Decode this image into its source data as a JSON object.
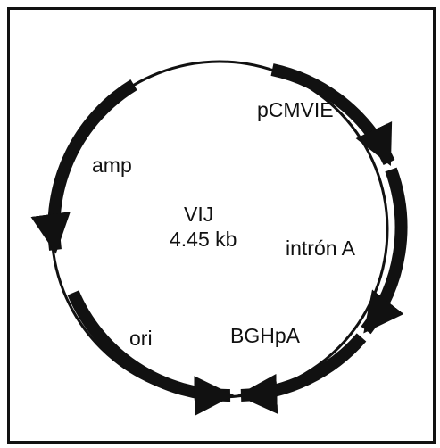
{
  "plasmid": {
    "name": "VIJ",
    "size": "4.45 kb"
  },
  "features": [
    {
      "id": "pcmvie",
      "label": "pCMVIE"
    },
    {
      "id": "intron-a",
      "label": "intrón A"
    },
    {
      "id": "bghpa",
      "label": "BGHpA"
    },
    {
      "id": "ori",
      "label": "ori"
    },
    {
      "id": "amp",
      "label": "amp"
    }
  ],
  "colors": {
    "ink": "#111111",
    "background": "#ffffff"
  }
}
